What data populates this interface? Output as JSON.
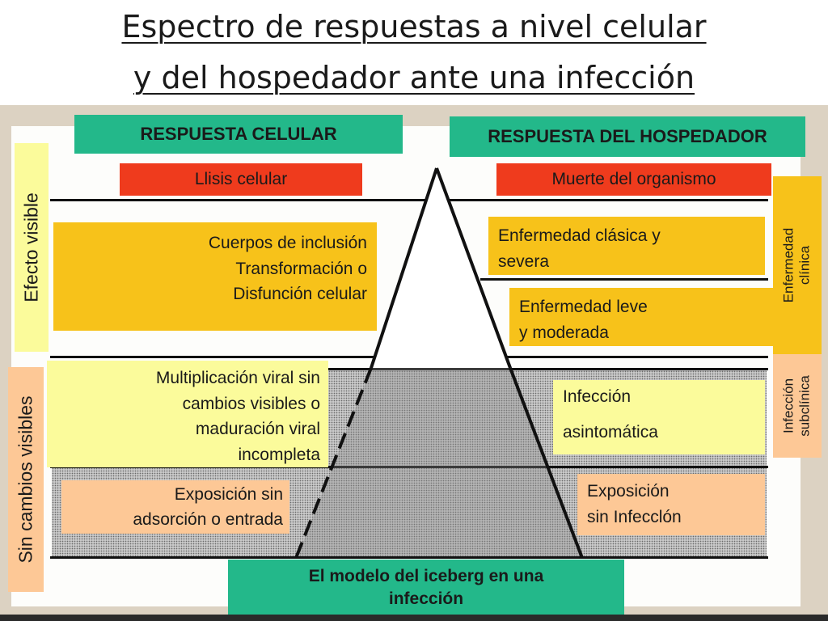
{
  "title": {
    "line1": "Espectro de respuestas a nivel celular",
    "line2": "y del hospedador ante una infección"
  },
  "headers": {
    "cellular": "RESPUESTA CELULAR",
    "host": "RESPUESTA DEL HOSPEDADOR"
  },
  "side_labels": {
    "visible_effect": "Efecto visible",
    "no_visible_changes": "Sin cambios visibles",
    "clinical_disease": "Enfermedad\nclínica",
    "subclinical_infection": "Infección\nsubclínica"
  },
  "cellular": {
    "lysis": "Llisis celular",
    "inclusion": "Cuerpos de inclusión\nTransformación  o\nDisfunción celular",
    "multiplication": "Multiplicación viral sin\ncambios visibles o\nmaduración viral\nincompleta",
    "exposure": "Exposición sin\nadsorción o entrada"
  },
  "host": {
    "death": "Muerte del organismo",
    "severe": "Enfermedad clásica y\nsevera",
    "mild": "Enfermedad leve\ny moderada",
    "asymptomatic": "Infección\n\nasintomática",
    "exposure": "Exposición\nsin Infecclón"
  },
  "caption": "El modelo del iceberg en una\ninfección",
  "colors": {
    "header": "#23b88a",
    "red": "#ef3b1d",
    "orange": "#f7c21a",
    "yellow": "#fbfb9b",
    "peach": "#fdc896",
    "clinical_side": "#f7c21a",
    "subclinical_side": "#fdc896"
  }
}
